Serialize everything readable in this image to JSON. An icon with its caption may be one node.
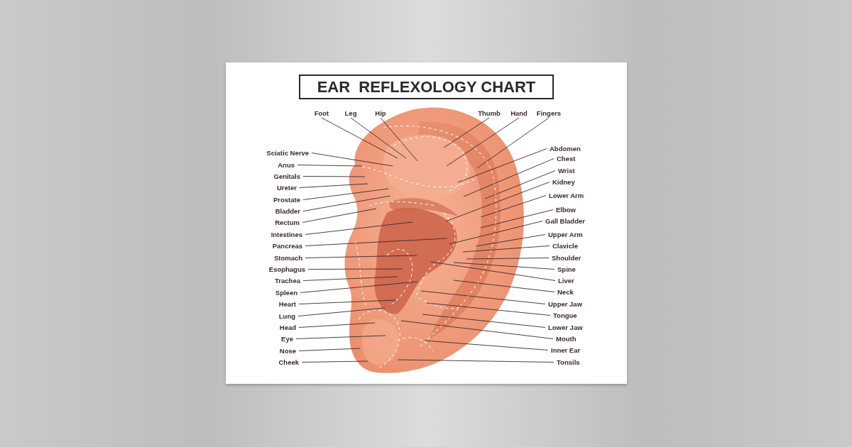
{
  "diagram": {
    "title": "EAR  REFLEXOLOGY CHART",
    "nodes": [
      {
        "text": [
          "Foot"
        ]
      },
      {
        "text": [
          "Leg"
        ]
      },
      {
        "text": [
          "Hip"
        ]
      },
      {
        "text": [
          "Thumb"
        ]
      },
      {
        "text": [
          "Hand"
        ]
      },
      {
        "text": [
          "Fingers"
        ]
      },
      {
        "text": [
          "Sciatic Nerve"
        ]
      },
      {
        "text": [
          "Anus"
        ]
      },
      {
        "text": [
          "Genitals"
        ]
      },
      {
        "text": [
          "Ureter"
        ]
      },
      {
        "text": [
          "Prostate"
        ]
      },
      {
        "text": [
          "Bladder"
        ]
      },
      {
        "text": [
          "Rectum"
        ]
      },
      {
        "text": [
          "Intestines"
        ]
      },
      {
        "text": [
          "Pancreas"
        ]
      },
      {
        "text": [
          "Stomach"
        ]
      },
      {
        "text": [
          "Esophagus"
        ]
      },
      {
        "text": [
          "Trachea"
        ]
      },
      {
        "text": [
          "Spleen"
        ]
      },
      {
        "text": [
          "Heart"
        ]
      },
      {
        "text": [
          "Lung"
        ]
      },
      {
        "text": [
          "Head"
        ]
      },
      {
        "text": [
          "Eye"
        ]
      },
      {
        "text": [
          "Nose"
        ]
      },
      {
        "text": [
          "Cheek"
        ]
      },
      {
        "text": [
          "Abdomen"
        ]
      },
      {
        "text": [
          "Chest"
        ]
      },
      {
        "text": [
          "Wrist"
        ]
      },
      {
        "text": [
          "Kidney"
        ]
      },
      {
        "text": [
          "Lower Arm"
        ]
      },
      {
        "text": [
          "Elbow"
        ]
      },
      {
        "text": [
          "Gall Bladder"
        ]
      },
      {
        "text": [
          "Upper Arm"
        ]
      },
      {
        "text": [
          "Clavicle"
        ]
      },
      {
        "text": [
          "Shoulder"
        ]
      },
      {
        "text": [
          "Spine"
        ]
      },
      {
        "text": [
          "Liver"
        ]
      },
      {
        "text": [
          "Neck"
        ]
      },
      {
        "text": [
          "Upper Jaw"
        ]
      },
      {
        "text": [
          "Tongue"
        ]
      },
      {
        "text": [
          "Lower Jaw"
        ]
      },
      {
        "text": [
          "Mouth"
        ]
      },
      {
        "text": [
          "Inner Ear"
        ]
      },
      {
        "text": [
          "Tonsils"
        ]
      }
    ],
    "edges": [
      {
        "from": 0,
        "to": null,
        "arrow": "none"
      },
      {
        "from": 1,
        "to": null,
        "arrow": "none"
      },
      {
        "from": 2,
        "to": null,
        "arrow": "none"
      },
      {
        "from": 3,
        "to": null,
        "arrow": "none"
      },
      {
        "from": 4,
        "to": null,
        "arrow": "none"
      },
      {
        "from": 5,
        "to": null,
        "arrow": "none"
      },
      {
        "from": 6,
        "to": null,
        "arrow": "none"
      },
      {
        "from": 7,
        "to": null,
        "arrow": "none"
      },
      {
        "from": 8,
        "to": null,
        "arrow": "none"
      },
      {
        "from": 9,
        "to": null,
        "arrow": "none"
      },
      {
        "from": 10,
        "to": null,
        "arrow": "none"
      },
      {
        "from": 11,
        "to": null,
        "arrow": "none"
      },
      {
        "from": 12,
        "to": null,
        "arrow": "none"
      },
      {
        "from": 13,
        "to": null,
        "arrow": "none"
      },
      {
        "from": 14,
        "to": null,
        "arrow": "none"
      },
      {
        "from": 15,
        "to": null,
        "arrow": "none"
      },
      {
        "from": 16,
        "to": null,
        "arrow": "none"
      },
      {
        "from": 17,
        "to": null,
        "arrow": "none"
      },
      {
        "from": 18,
        "to": null,
        "arrow": "none"
      },
      {
        "from": 19,
        "to": null,
        "arrow": "none"
      },
      {
        "from": 20,
        "to": null,
        "arrow": "none"
      },
      {
        "from": 21,
        "to": null,
        "arrow": "none"
      },
      {
        "from": 22,
        "to": null,
        "arrow": "none"
      },
      {
        "from": 23,
        "to": null,
        "arrow": "none"
      },
      {
        "from": 24,
        "to": null,
        "arrow": "none"
      },
      {
        "from": 25,
        "to": null,
        "arrow": "none"
      },
      {
        "from": 26,
        "to": null,
        "arrow": "none"
      },
      {
        "from": 27,
        "to": null,
        "arrow": "none"
      },
      {
        "from": 28,
        "to": null,
        "arrow": "none"
      },
      {
        "from": 29,
        "to": null,
        "arrow": "none"
      },
      {
        "from": 30,
        "to": null,
        "arrow": "none"
      },
      {
        "from": 31,
        "to": null,
        "arrow": "none"
      },
      {
        "from": 32,
        "to": null,
        "arrow": "none"
      },
      {
        "from": 33,
        "to": null,
        "arrow": "none"
      },
      {
        "from": 34,
        "to": null,
        "arrow": "none"
      },
      {
        "from": 35,
        "to": null,
        "arrow": "none"
      },
      {
        "from": 36,
        "to": null,
        "arrow": "none"
      },
      {
        "from": 37,
        "to": null,
        "arrow": "none"
      },
      {
        "from": 38,
        "to": null,
        "arrow": "none"
      },
      {
        "from": 39,
        "to": null,
        "arrow": "none"
      },
      {
        "from": 40,
        "to": null,
        "arrow": "none"
      },
      {
        "from": 41,
        "to": null,
        "arrow": "none"
      },
      {
        "from": 42,
        "to": null,
        "arrow": "none"
      },
      {
        "from": 43,
        "to": null,
        "arrow": "none"
      }
    ]
  }
}
